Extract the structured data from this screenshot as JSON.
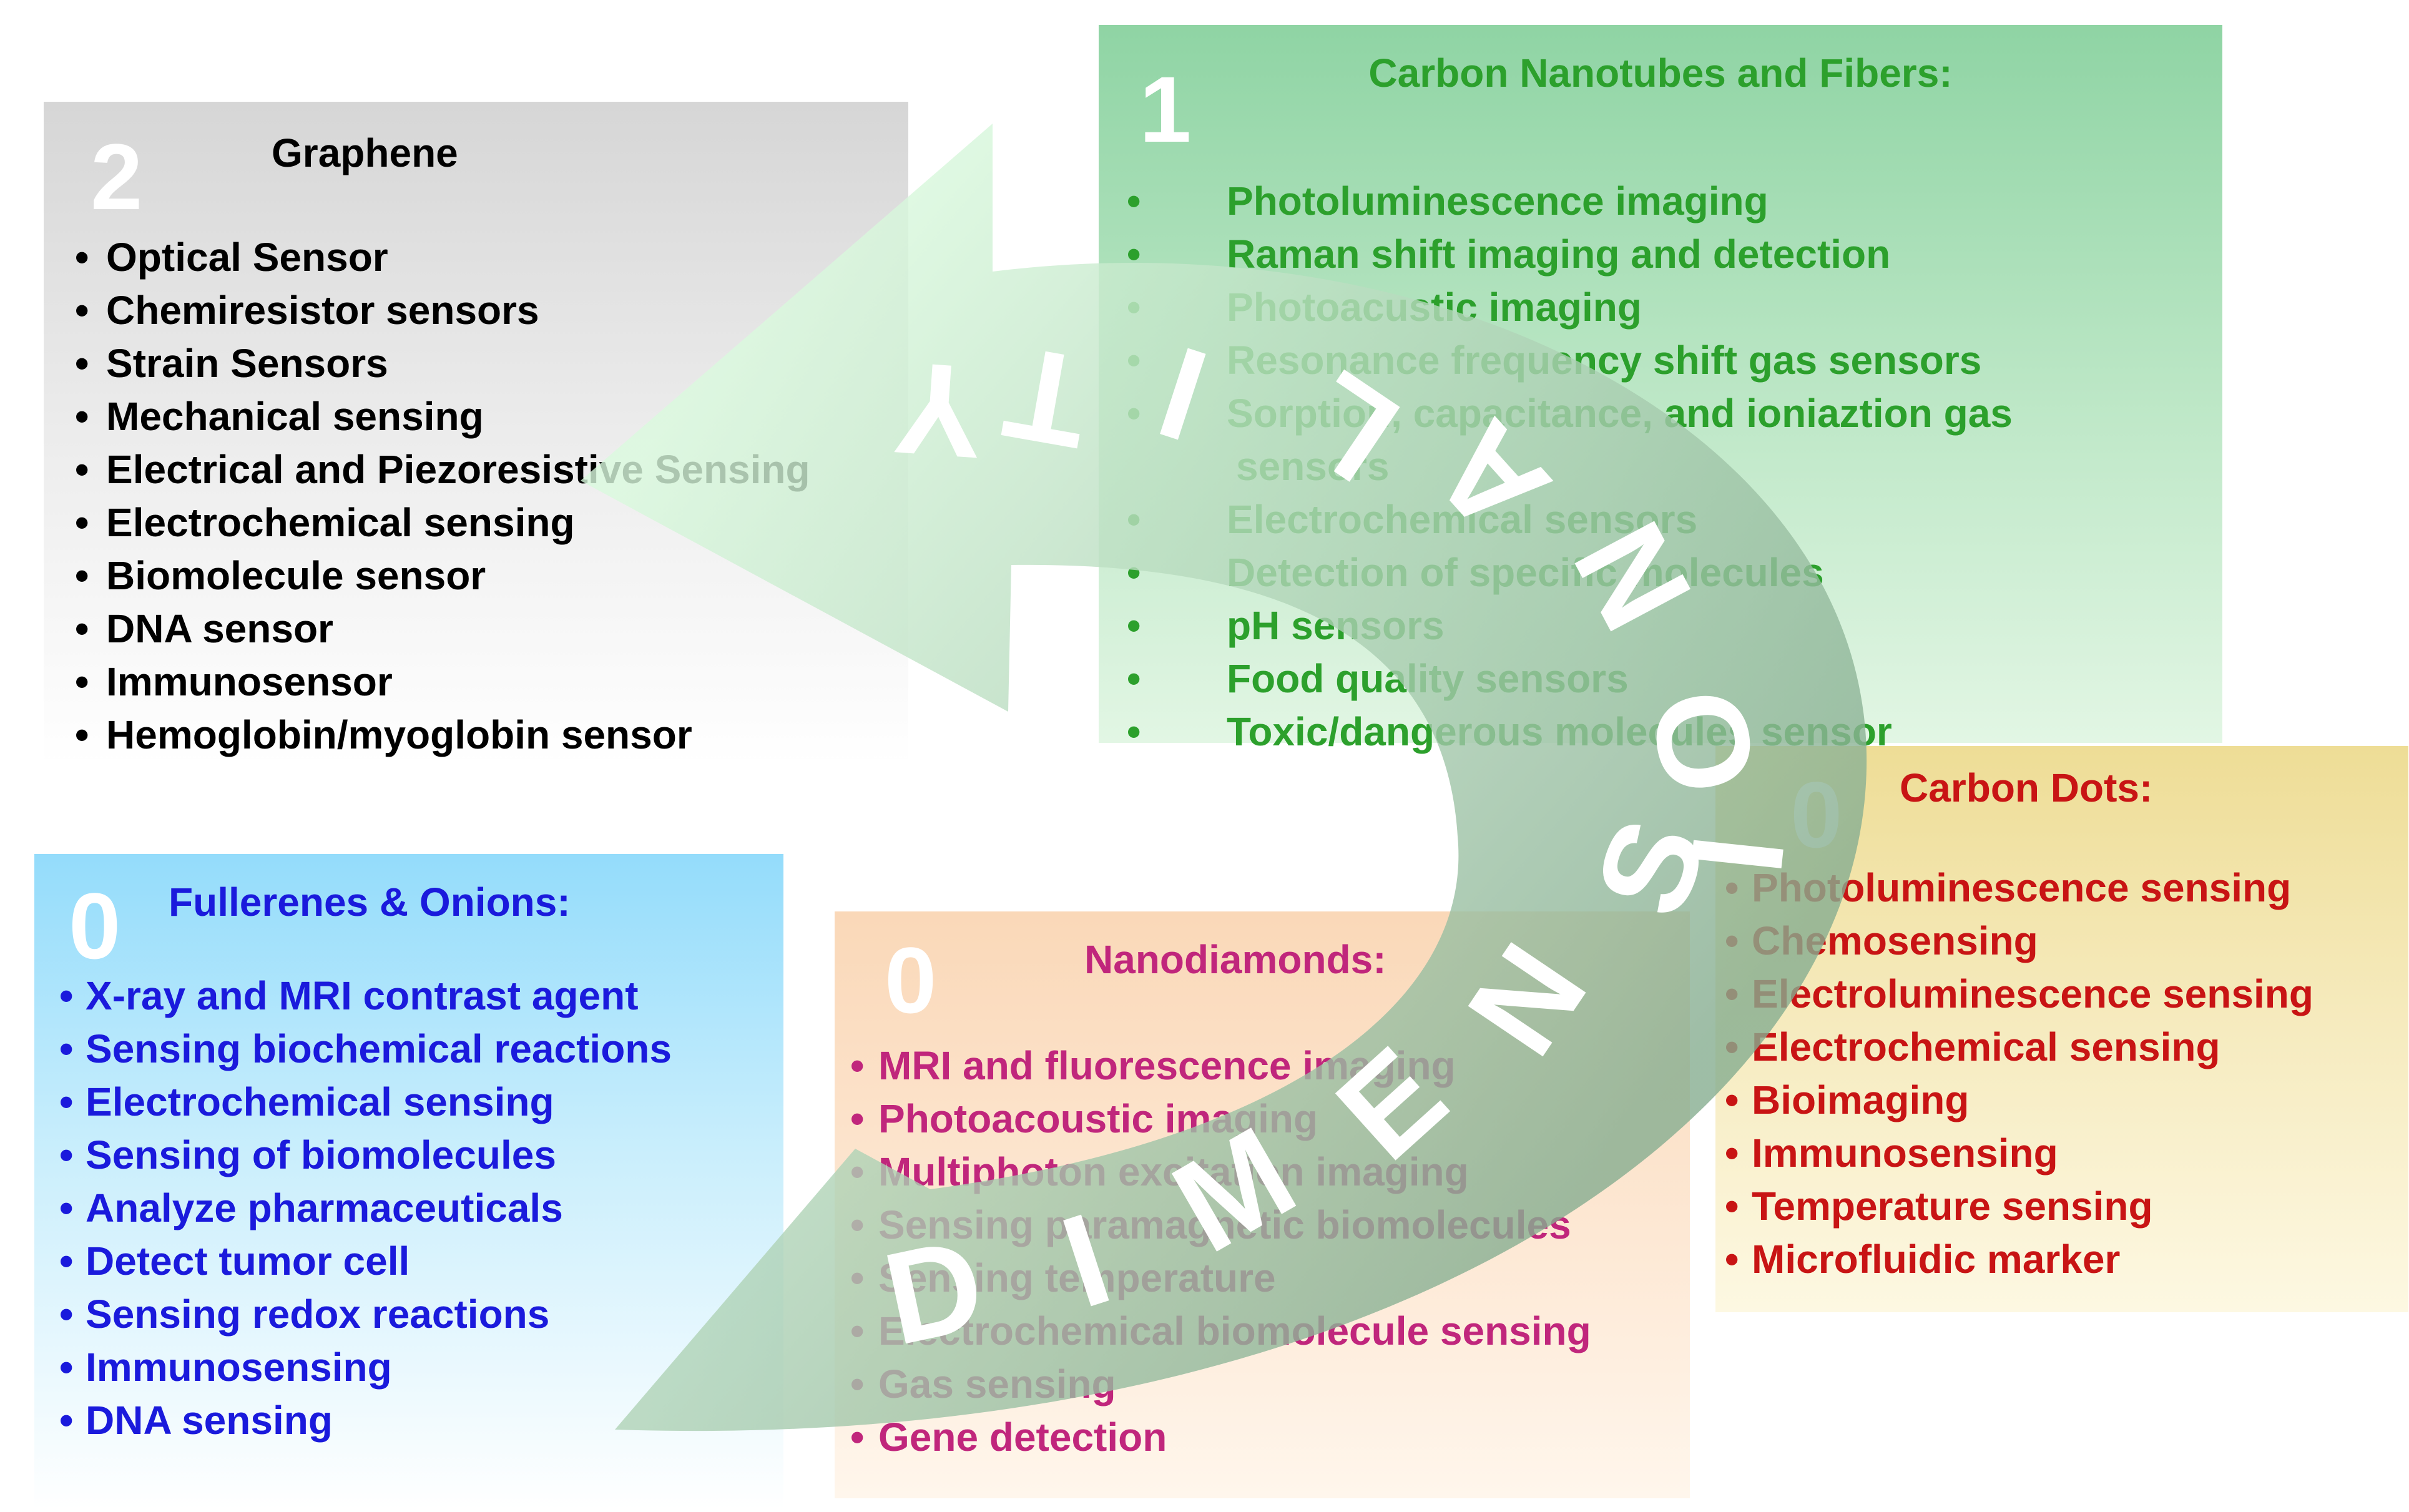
{
  "banner": {
    "letters": [
      "D",
      "I",
      "M",
      "E",
      "N",
      "S",
      "I",
      "O",
      "N",
      "A",
      "L",
      "I",
      "T",
      "Y"
    ]
  },
  "boxes": {
    "cnt": {
      "number": "1",
      "title": "Carbon Nanotubes and Fibers:",
      "items": [
        {
          "bullet": "•",
          "text": "Photoluminescence imaging"
        },
        {
          "bullet": "•",
          "text": "Raman shift imaging and detection"
        },
        {
          "bullet": "•",
          "text": "Photoacustic imaging"
        },
        {
          "bullet": "•",
          "text": "Resonance frequency shift gas sensors"
        },
        {
          "bullet": "•",
          "text": "Sorption, capacitance, and ioniaztion gas"
        },
        {
          "bullet": "",
          "text": "sensors"
        },
        {
          "bullet": "•",
          "text": "Electrochemical sensors"
        },
        {
          "bullet": "•",
          "text": "Detection of specific molecules"
        },
        {
          "bullet": "•",
          "text": "pH sensors"
        },
        {
          "bullet": "•",
          "text": "Food quality sensors"
        },
        {
          "bullet": "•",
          "text": "Toxic/dangerous molecules sensor"
        }
      ]
    },
    "graphene": {
      "number": "2",
      "title": "Graphene",
      "items": [
        {
          "bullet": "•",
          "text": "Optical Sensor"
        },
        {
          "bullet": "•",
          "text": "Chemiresistor sensors"
        },
        {
          "bullet": "•",
          "text": "Strain Sensors"
        },
        {
          "bullet": "•",
          "text": "Mechanical sensing"
        },
        {
          "bullet": "•",
          "text": "Electrical and Piezoresistive Sensing"
        },
        {
          "bullet": "•",
          "text": "Electrochemical sensing"
        },
        {
          "bullet": "•",
          "text": "Biomolecule sensor"
        },
        {
          "bullet": "•",
          "text": "DNA sensor"
        },
        {
          "bullet": "•",
          "text": "Immunosensor"
        },
        {
          "bullet": "•",
          "text": "Hemoglobin/myoglobin sensor"
        }
      ]
    },
    "fullerenes": {
      "number": "0",
      "title": "Fullerenes & Onions:",
      "items": [
        {
          "bullet": "•",
          "text": "X-ray and MRI contrast agent"
        },
        {
          "bullet": "•",
          "text": "Sensing biochemical reactions"
        },
        {
          "bullet": "•",
          "text": "Electrochemical sensing"
        },
        {
          "bullet": "•",
          "text": "Sensing of biomolecules"
        },
        {
          "bullet": "•",
          "text": "Analyze pharmaceuticals"
        },
        {
          "bullet": "•",
          "text": "Detect tumor cell"
        },
        {
          "bullet": "•",
          "text": "Sensing redox reactions"
        },
        {
          "bullet": "•",
          "text": "Immunosensing"
        },
        {
          "bullet": "•",
          "text": "DNA sensing"
        }
      ]
    },
    "nanodiamonds": {
      "number": "0",
      "title": "Nanodiamonds:",
      "items": [
        {
          "bullet": "•",
          "text": "MRI and fluorescence imaging"
        },
        {
          "bullet": "•",
          "text": "Photoacoustic imaging"
        },
        {
          "bullet": "•",
          "text": "Multiphoton excitation imaging"
        },
        {
          "bullet": "•",
          "text": "Sensing paramagnetic biomolecules"
        },
        {
          "bullet": "•",
          "text": "Sensing temperature"
        },
        {
          "bullet": "•",
          "text": "Electrochemical biomolecule sensing"
        },
        {
          "bullet": "•",
          "text": "Gas sensing"
        },
        {
          "bullet": "•",
          "text": "Gene detection"
        }
      ]
    },
    "carbondots": {
      "number": "0",
      "title": "Carbon Dots:",
      "items": [
        {
          "bullet": "•",
          "text": "Photoluminescence sensing"
        },
        {
          "bullet": "•",
          "text": "Chemosensing"
        },
        {
          "bullet": "•",
          "text": "Electroluminescence sensing"
        },
        {
          "bullet": "•",
          "text": "Electrochemical sensing"
        },
        {
          "bullet": "•",
          "text": "Bioimaging"
        },
        {
          "bullet": "•",
          "text": "Immunosensing"
        },
        {
          "bullet": "•",
          "text": "Temperature sensing"
        },
        {
          "bullet": "•",
          "text": "Microfluidic marker"
        }
      ]
    }
  },
  "colors": {
    "cnt_text": "#2ca02c",
    "graphene_text": "#000000",
    "fullerenes_text": "#1a1adc",
    "nanodiamonds_text": "#c0267c",
    "carbondots_text": "#c81414",
    "arrow_start": "#dafade",
    "arrow_end": "#86ad90"
  }
}
